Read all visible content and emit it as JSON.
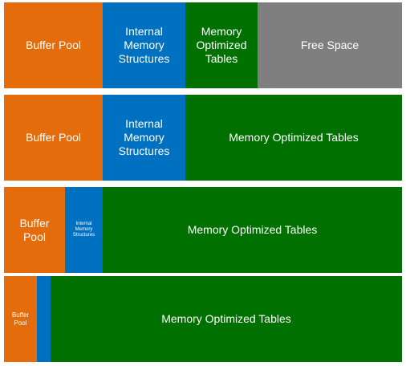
{
  "rows": [
    {
      "segments": [
        {
          "label": "Buffer Pool",
          "type": "buffer-pool"
        },
        {
          "label": "Internal\nMemory\nStructures",
          "type": "internal-memory-structures"
        },
        {
          "label": "Memory\nOptimized\nTables",
          "type": "memory-optimized-tables"
        },
        {
          "label": "Free Space",
          "type": "free-space"
        }
      ]
    },
    {
      "segments": [
        {
          "label": "Buffer Pool",
          "type": "buffer-pool"
        },
        {
          "label": "Internal\nMemory\nStructures",
          "type": "internal-memory-structures"
        },
        {
          "label": "Memory Optimized Tables",
          "type": "memory-optimized-tables"
        }
      ]
    },
    {
      "segments": [
        {
          "label": "Buffer\nPool",
          "type": "buffer-pool"
        },
        {
          "label": "Internal\nMemory\nStructures",
          "type": "internal-memory-structures"
        },
        {
          "label": "Memory Optimized Tables",
          "type": "memory-optimized-tables"
        }
      ]
    },
    {
      "segments": [
        {
          "label": "Buffer\nPool",
          "type": "buffer-pool"
        },
        {
          "label": "",
          "type": "internal-memory-structures"
        },
        {
          "label": "Memory Optimized Tables",
          "type": "memory-optimized-tables"
        }
      ]
    }
  ],
  "colors": {
    "buffer_pool": "#e46c0a",
    "internal_memory_structures": "#0070c0",
    "memory_optimized_tables": "#007000",
    "free_space": "#7f7f7f",
    "label_text": "#ffffff"
  }
}
